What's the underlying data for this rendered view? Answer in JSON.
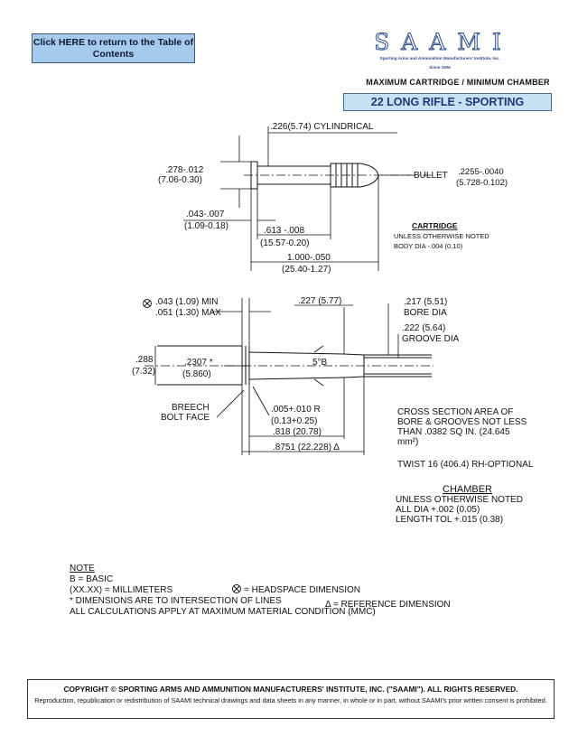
{
  "header": {
    "toc_link": "Click HERE to return to the Table of Contents",
    "logo_letters": "SAAMI",
    "logo_subtitle": "Sporting Arms and Ammunition Manufacturers' Institute, Inc.",
    "logo_since": "Since 1926",
    "subtitle": "MAXIMUM CARTRIDGE / MINIMUM CHAMBER",
    "title": "22 LONG RIFLE - SPORTING"
  },
  "cartridge": {
    "dim_cyl": ".226(5.74) CYLINDRICAL",
    "rim_dia_a": ".278-.012",
    "rim_dia_b": "(7.06-0.30)",
    "bullet_label": "BULLET",
    "bullet_dia_a": ".2255-.0040",
    "bullet_dia_b": "(5.728-0.102)",
    "rim_thk_a": ".043-.007",
    "rim_thk_b": "(1.09-0.18)",
    "case_len_a": ".613 -.008",
    "case_len_b": "(15.57-0.20)",
    "oal_a": "1.000-.050",
    "oal_b": "(25.40-1.27)",
    "note_title": "CARTRIDGE",
    "note_line1": "UNLESS OTHERWISE NOTED",
    "note_line2": "BODY DIA -.004 (0.10)"
  },
  "chamber": {
    "hs_a": ".043 (1.09) MIN",
    "hs_b": ".051 (1.30) MAX",
    "throat_dia": ".227 (5.77)",
    "bore_a": ".217 (5.51)",
    "bore_b": "BORE DIA",
    "groove_a": ".222 (5.64)",
    "groove_b": "GROOVE DIA",
    "ch_dia_a": ".288",
    "ch_dia_b": "(7.32)",
    "body_dia_a": ".2307 *",
    "body_dia_b": "(5.860)",
    "angle": "5°B",
    "breech_a": "BREECH",
    "breech_b": "BOLT FACE",
    "radius_a": ".005+.010 R",
    "radius_b": "(0.13+0.25)",
    "len_a": ".818 (20.78)",
    "len_b": ".8751 (22.228) Δ",
    "cross_1": "CROSS SECTION AREA OF",
    "cross_2": "BORE & GROOVES NOT LESS",
    "cross_3": "THAN .0382 SQ IN. (24.645",
    "cross_4": "mm²)",
    "twist": "TWIST 16 (406.4) RH-OPTIONAL",
    "note_title": "CHAMBER",
    "note_1": "UNLESS OTHERWISE NOTED",
    "note_2": "ALL DIA +.002 (0.05)",
    "note_3": "LENGTH TOL +.015 (0.38)"
  },
  "notes": {
    "title": "NOTE",
    "basic": "B = BASIC",
    "mm": "(XX.XX) = MILLIMETERS",
    "headspace": "= HEADSPACE DIMENSION",
    "asterisk": "* DIMENSIONS ARE TO INTERSECTION OF LINES",
    "reference": "Δ = REFERENCE DIMENSION",
    "mmc": "ALL CALCULATIONS APPLY AT MAXIMUM MATERIAL CONDITION (MMC)"
  },
  "footer": {
    "copyright": "COPYRIGHT © SPORTING ARMS AND AMMUNITION MANUFACTURERS' INSTITUTE, INC. (\"SAAMI\"). ALL RIGHTS RESERVED.",
    "notice": "Reproduction, republication or redistribution of SAAMI technical drawings and data sheets in any manner, in whole or in part, without SAAMI's prior written consent is prohibited."
  }
}
